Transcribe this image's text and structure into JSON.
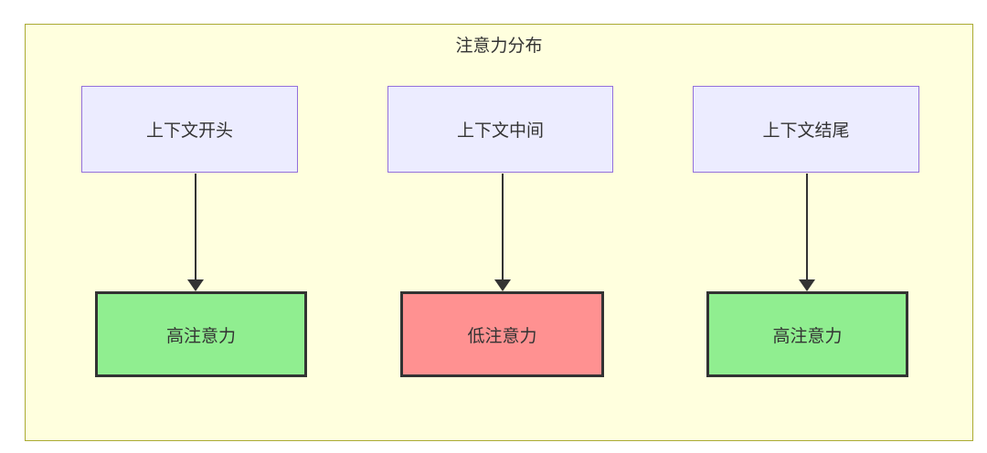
{
  "diagram": {
    "title": "注意力分布",
    "columns": [
      {
        "source": "上下文开头",
        "target": "高注意力",
        "target_type": "high"
      },
      {
        "source": "上下文中间",
        "target": "低注意力",
        "target_type": "low"
      },
      {
        "source": "上下文结尾",
        "target": "高注意力",
        "target_type": "high"
      }
    ],
    "colors": {
      "container_bg": "#ffffde",
      "container_border": "#aaaa33",
      "source_fill": "#ECECFF",
      "source_border": "#9370DB",
      "high_fill": "#90EE90",
      "low_fill": "#ff9191",
      "target_border": "#333333",
      "arrow": "#333333",
      "text": "#333333"
    }
  }
}
